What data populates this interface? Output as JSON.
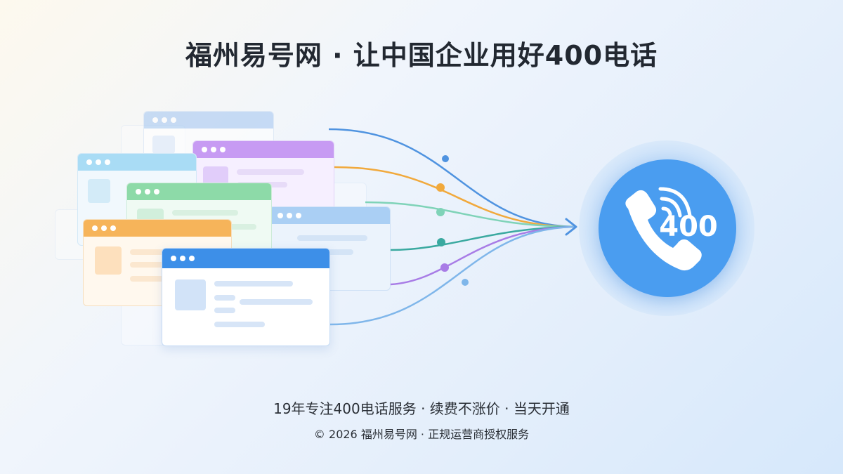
{
  "header": {
    "title": "福州易号网 · 让中国企业用好400电话"
  },
  "illustration": {
    "windows": [
      {
        "color": "#7cb2ee"
      },
      {
        "color": "#b78af0"
      },
      {
        "color": "#78c2ea"
      },
      {
        "color": "#74cf95"
      },
      {
        "color": "#8fc0f0"
      },
      {
        "color": "#f4ac55"
      },
      {
        "color": "#3d8fe8"
      }
    ],
    "flow_colors": [
      "#4f93e0",
      "#f1a93c",
      "#7fd3b8",
      "#3aa9a0",
      "#a87ce6",
      "#7fb6ea"
    ],
    "phone": {
      "badge_text": "400",
      "circle_color": "#4a9df0"
    }
  },
  "footer": {
    "tagline": "19年专注400电话服务 · 续费不涨价 · 当天开通",
    "copyright": "© 2026 福州易号网 · 正规运营商授权服务"
  }
}
